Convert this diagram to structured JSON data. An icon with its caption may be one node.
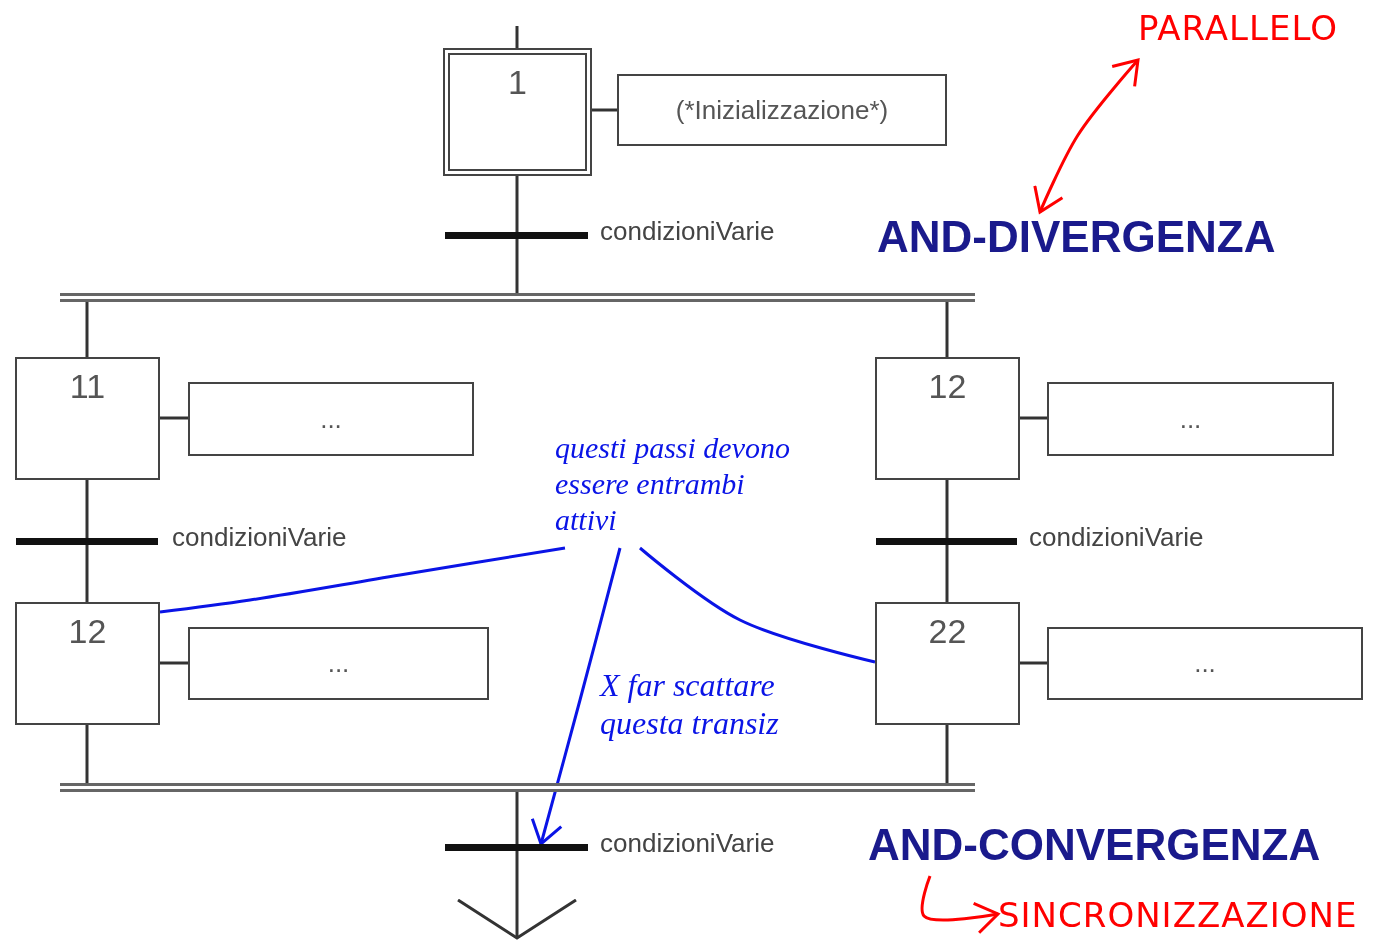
{
  "diagram": {
    "nodes": [
      {
        "text": [
          "1"
        ]
      },
      {
        "text": [
          "(*Inizializzazione*)"
        ]
      },
      {
        "text": [],
        "shape": "bar",
        "beside": [
          "condizioniVarie"
        ]
      },
      {
        "text": [],
        "shape": "bar"
      },
      {
        "text": [
          "11"
        ]
      },
      {
        "text": [
          "..."
        ]
      },
      {
        "text": [],
        "shape": "bar",
        "beside": [
          "condizioniVarie"
        ]
      },
      {
        "text": [
          "12"
        ]
      },
      {
        "text": [
          "..."
        ]
      },
      {
        "text": [
          "12"
        ]
      },
      {
        "text": [
          "..."
        ]
      },
      {
        "text": [],
        "shape": "bar",
        "beside": [
          "condizioniVarie"
        ]
      },
      {
        "text": [
          "22"
        ]
      },
      {
        "text": [
          "..."
        ]
      },
      {
        "text": [],
        "shape": "bar"
      },
      {
        "text": [],
        "shape": "bar",
        "beside": [
          "condizioniVarie"
        ]
      },
      {
        "text": [
          "AND-DIVERGENZA"
        ]
      },
      {
        "text": [
          "PARALLELO"
        ]
      },
      {
        "text": [
          "AND-CONVERGENZA"
        ]
      },
      {
        "text": [
          "SINCRONIZZAZIONE"
        ]
      },
      {
        "text": [
          "questi passi devono essere entrambi attivi"
        ]
      }
    ],
    "edges": [
      {
        "from": null,
        "to": 0,
        "arrow": "none"
      },
      {
        "from": 0,
        "to": 1,
        "arrow": "none"
      },
      {
        "from": 0,
        "to": 2,
        "arrow": "none"
      },
      {
        "from": 2,
        "to": 3,
        "arrow": "none"
      },
      {
        "from": 3,
        "to": 4,
        "arrow": "none"
      },
      {
        "from": 4,
        "to": 5,
        "arrow": "none"
      },
      {
        "from": 4,
        "to": 6,
        "arrow": "none"
      },
      {
        "from": 6,
        "to": 7,
        "arrow": "none"
      },
      {
        "from": 7,
        "to": 8,
        "arrow": "none"
      },
      {
        "from": 3,
        "to": 9,
        "arrow": "none"
      },
      {
        "from": 9,
        "to": 10,
        "arrow": "none"
      },
      {
        "from": 9,
        "to": 11,
        "arrow": "none"
      },
      {
        "from": 11,
        "to": 12,
        "arrow": "none"
      },
      {
        "from": 12,
        "to": 13,
        "arrow": "none"
      },
      {
        "from": 7,
        "to": 14,
        "arrow": "none"
      },
      {
        "from": 12,
        "to": 14,
        "arrow": "none"
      },
      {
        "from": 14,
        "to": 15,
        "arrow": "none"
      },
      {
        "from": 15,
        "to": null,
        "arrow": "to"
      },
      {
        "from": 16,
        "to": 17,
        "arrow": "both",
        "color": "#ff0000"
      },
      {
        "from": 18,
        "to": 19,
        "arrow": "to",
        "color": "#ff0000"
      },
      {
        "from": 20,
        "to": 7,
        "arrow": "none",
        "color": "#0a14e6"
      },
      {
        "from": 20,
        "to": 12,
        "arrow": "none",
        "color": "#0a14e6"
      },
      {
        "from": 20,
        "to": 15,
        "arrow": "to",
        "color": "#0a14e6"
      }
    ],
    "labels": [
      "X far scattare questa transiz"
    ]
  }
}
